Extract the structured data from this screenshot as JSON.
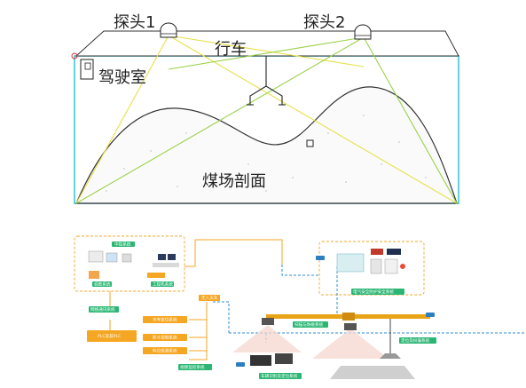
{
  "top": {
    "probe1": "探头1",
    "probe2": "探头2",
    "crane": "行车",
    "cab": "驾驶室",
    "coal_section": "煤场剖面"
  },
  "bottom": {
    "center": "中控系统",
    "workstation": "工控机系统",
    "dispatch": "调度系统",
    "network": "网络通讯系统",
    "plc": "PLC及其PLC",
    "manned_crane": "无人天车",
    "crane_pos": "天车定位系统",
    "load_sys": "抓斗控制系统",
    "level_sys": "料位检测系统",
    "video_sys": "视频监控系统",
    "scan": "扫描与防碰系统",
    "safety": "电气安全防护安全系统",
    "rail": "定位及纠偏系统",
    "car": "车辆识别及定位系统"
  },
  "colors": {
    "tag_green": "#2bb673",
    "tag_orange": "#f5a623",
    "rail_orange": "#e8a317",
    "dash_blue": "#2d8fd5",
    "frame_cyan": "#3cc8d8"
  }
}
